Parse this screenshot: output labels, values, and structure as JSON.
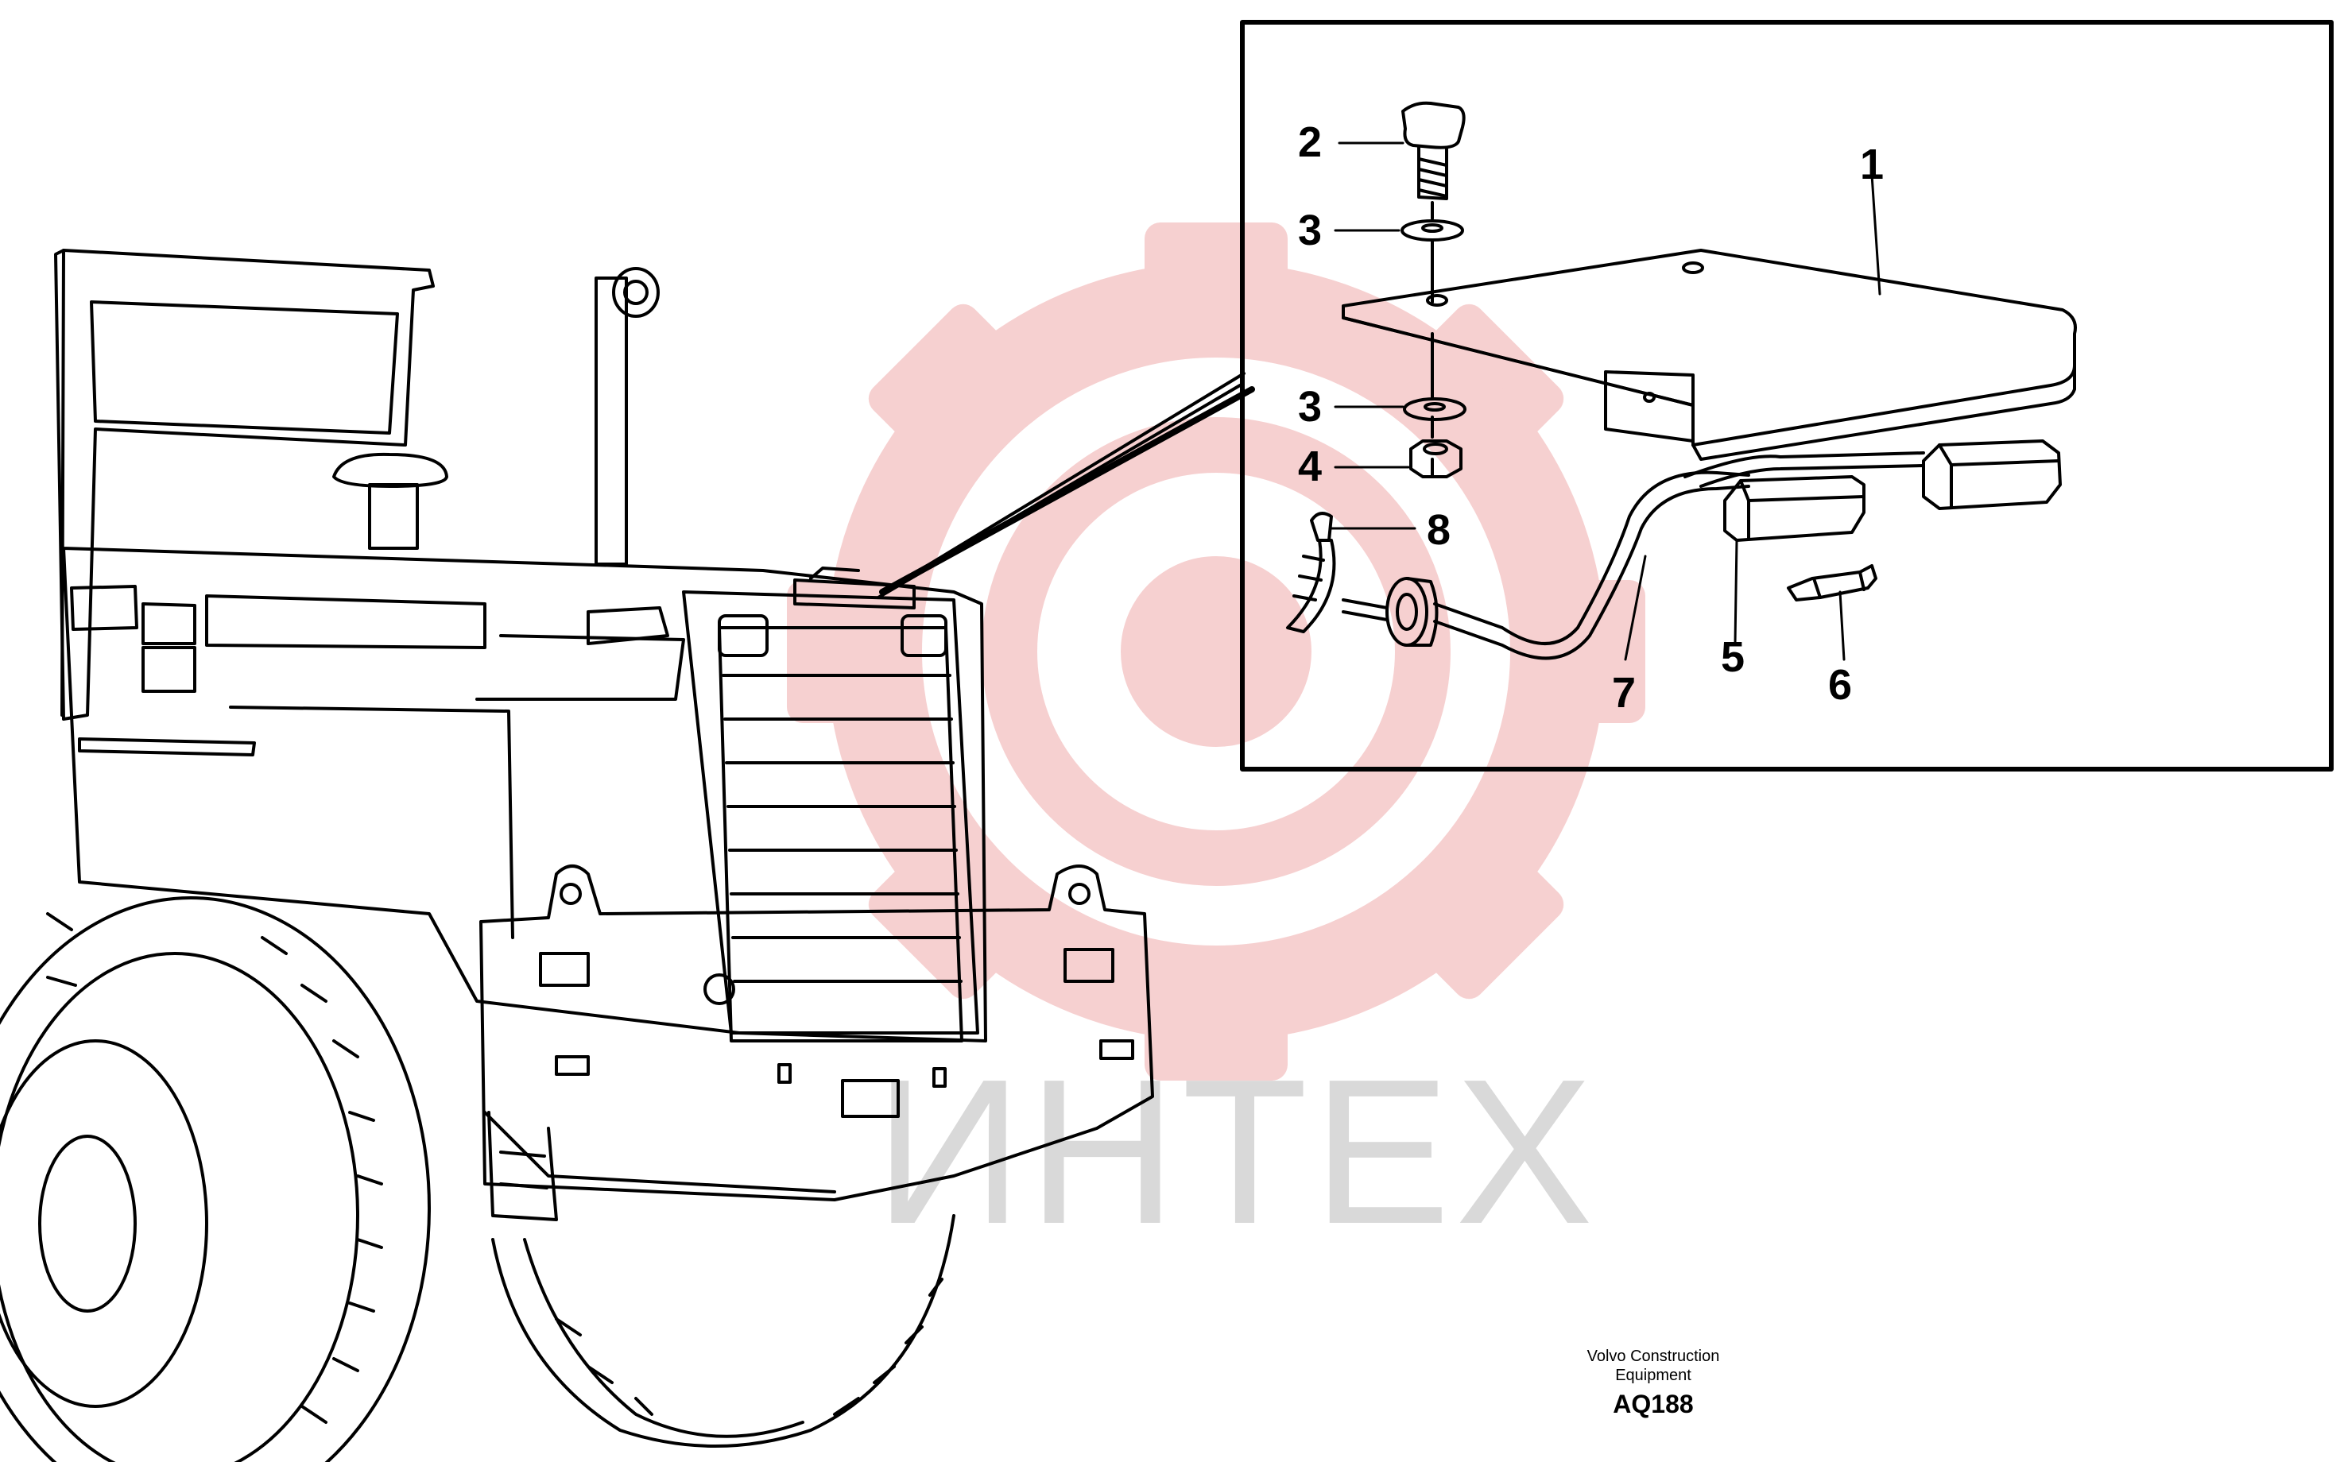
{
  "watermark": {
    "text": "ИНТЕХ",
    "gear_color": "#f3c3c3",
    "text_color": "#d9d9d9"
  },
  "callouts": [
    {
      "id": "1",
      "label": "1"
    },
    {
      "id": "2",
      "label": "2"
    },
    {
      "id": "3a",
      "label": "3"
    },
    {
      "id": "3b",
      "label": "3"
    },
    {
      "id": "4",
      "label": "4"
    },
    {
      "id": "8",
      "label": "8"
    },
    {
      "id": "7",
      "label": "7"
    },
    {
      "id": "5",
      "label": "5"
    },
    {
      "id": "6",
      "label": "6"
    }
  ],
  "caption": {
    "line1": "Volvo Construction",
    "line2": "Equipment",
    "code": "AQ188"
  }
}
